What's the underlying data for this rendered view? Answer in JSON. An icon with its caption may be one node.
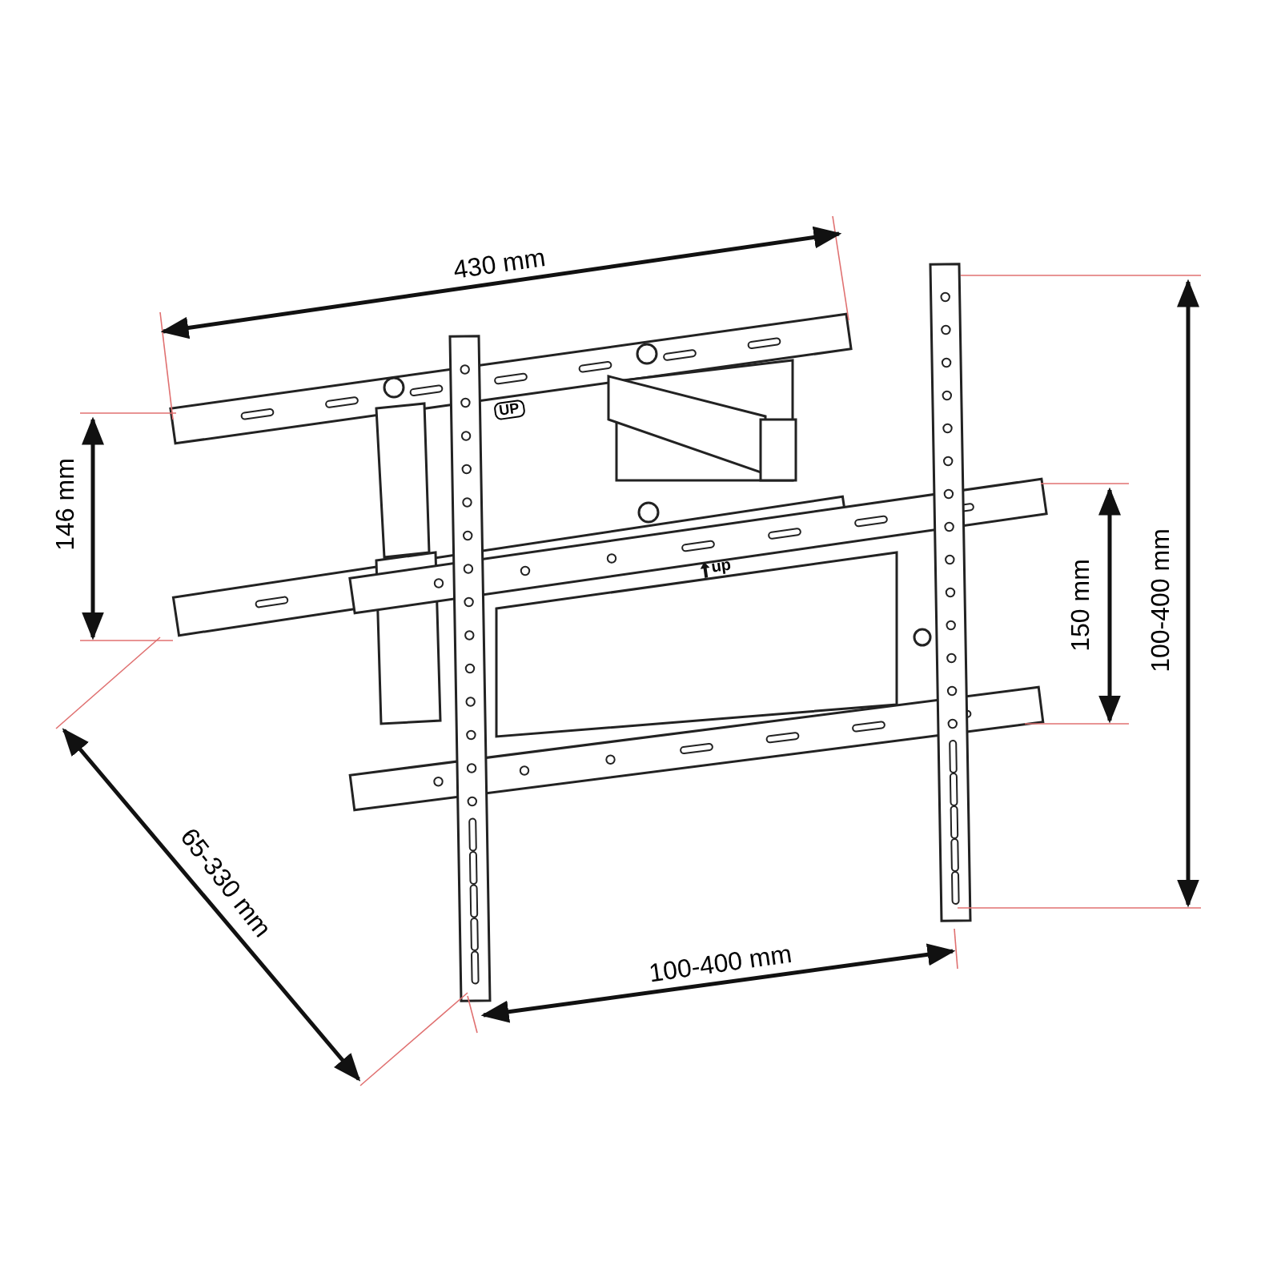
{
  "diagram": {
    "labels": [
      "430 mm",
      "UP",
      "146 mm",
      "150 mm",
      "up",
      "100-400 mm",
      "65-330 mm",
      "100-400 mm"
    ]
  }
}
